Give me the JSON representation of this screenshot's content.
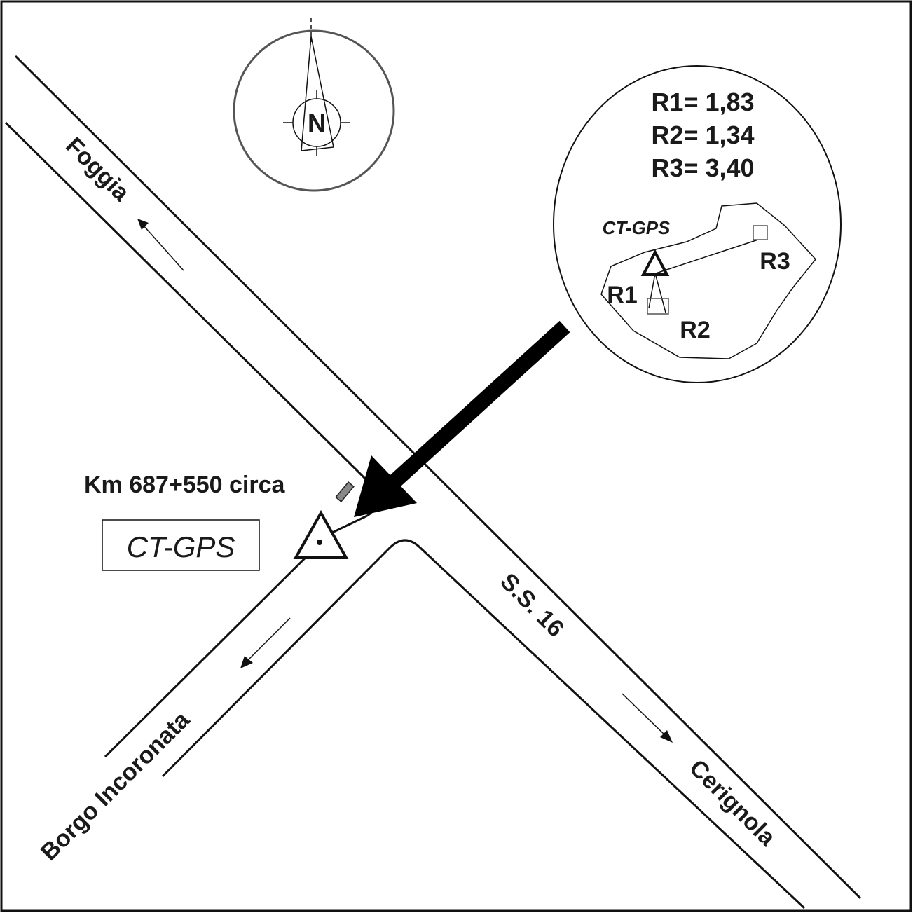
{
  "compass": {
    "north_label": "N"
  },
  "destinations": {
    "foggia": "Foggia",
    "cerignola": "Cerignola",
    "borgo_incoronata": "Borgo Incoronata"
  },
  "road_name": "S.S. 16",
  "km_marker": "Km 687+550 circa",
  "station_box_label": "CT-GPS",
  "inset": {
    "readings": [
      "R1= 1,83",
      "R2= 1,34",
      "R3= 3,40"
    ],
    "station_label": "CT-GPS",
    "points": [
      "R1",
      "R2",
      "R3"
    ]
  }
}
